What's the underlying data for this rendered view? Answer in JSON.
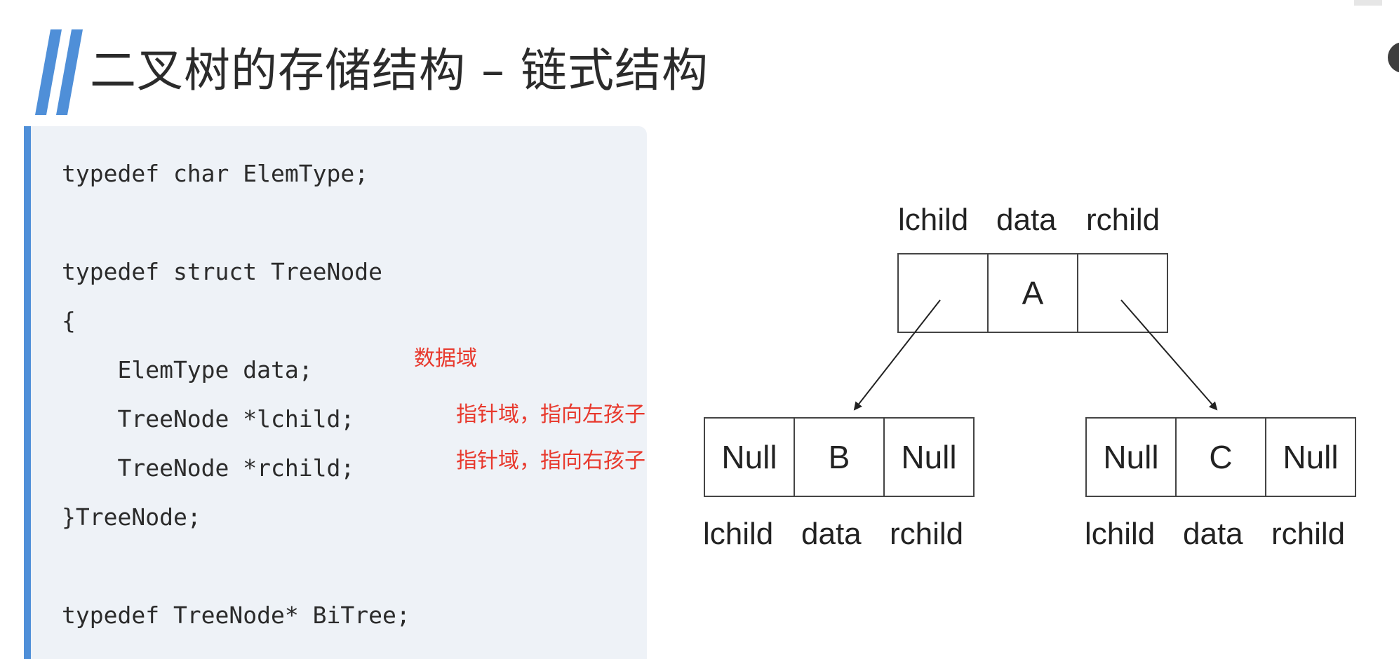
{
  "slide": {
    "title": "二叉树的存储结构 – 链式结构"
  },
  "code": {
    "lines": [
      "typedef char ElemType;",
      "typedef struct TreeNode",
      "{",
      "    ElemType data;",
      "    TreeNode *lchild;",
      "    TreeNode *rchild;",
      "}TreeNode;",
      "typedef TreeNode* BiTree;"
    ]
  },
  "annotations": {
    "data_field": "数据域",
    "left_pointer": "指针域，指向左孩子",
    "right_pointer": "指针域，指向右孩子"
  },
  "diagram": {
    "root": {
      "fields": [
        "lchild",
        "data",
        "rchild"
      ],
      "cells": [
        "",
        "A",
        ""
      ]
    },
    "left_child": {
      "fields": [
        "lchild",
        "data",
        "rchild"
      ],
      "cells": [
        "Null",
        "B",
        "Null"
      ]
    },
    "right_child": {
      "fields": [
        "lchild",
        "data",
        "rchild"
      ],
      "cells": [
        "Null",
        "C",
        "Null"
      ]
    }
  },
  "colors": {
    "accent": "#4f8fd8",
    "annotation": "#e8392d",
    "code_background": "#eef2f7",
    "text": "#2b2b2b"
  }
}
